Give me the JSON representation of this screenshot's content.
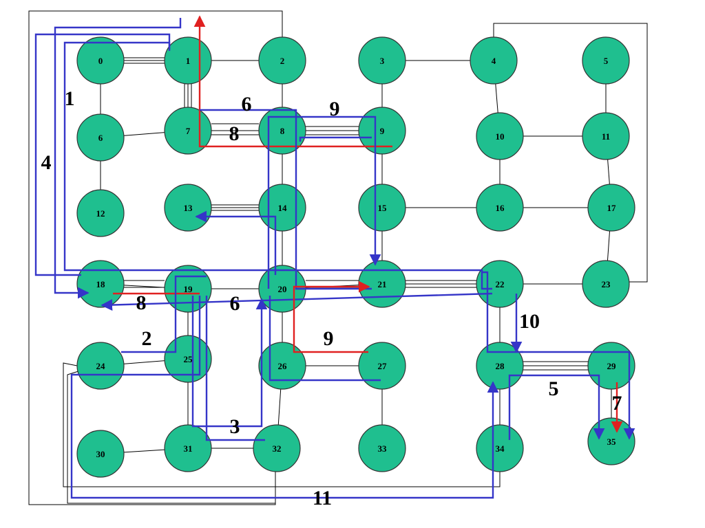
{
  "colors": {
    "node_fill": "#1fbf8f",
    "edge": "#000000",
    "route_blue": "#3535c8",
    "route_red": "#e02020"
  },
  "nodes": [
    {
      "id": "0"
    },
    {
      "id": "1"
    },
    {
      "id": "2"
    },
    {
      "id": "3"
    },
    {
      "id": "4"
    },
    {
      "id": "5"
    },
    {
      "id": "6"
    },
    {
      "id": "7"
    },
    {
      "id": "8"
    },
    {
      "id": "9"
    },
    {
      "id": "10"
    },
    {
      "id": "11"
    },
    {
      "id": "12"
    },
    {
      "id": "13"
    },
    {
      "id": "14"
    },
    {
      "id": "15"
    },
    {
      "id": "16"
    },
    {
      "id": "17"
    },
    {
      "id": "18"
    },
    {
      "id": "19"
    },
    {
      "id": "20"
    },
    {
      "id": "21"
    },
    {
      "id": "22"
    },
    {
      "id": "23"
    },
    {
      "id": "24"
    },
    {
      "id": "25"
    },
    {
      "id": "26"
    },
    {
      "id": "27"
    },
    {
      "id": "28"
    },
    {
      "id": "29"
    },
    {
      "id": "30"
    },
    {
      "id": "31"
    },
    {
      "id": "32"
    },
    {
      "id": "33"
    },
    {
      "id": "34"
    },
    {
      "id": "35"
    }
  ],
  "edges": [
    [
      "0",
      "1"
    ],
    [
      "1",
      "2"
    ],
    [
      "3",
      "4"
    ],
    [
      "0",
      "6"
    ],
    [
      "1",
      "7"
    ],
    [
      "2",
      "8"
    ],
    [
      "3",
      "9"
    ],
    [
      "4",
      "10"
    ],
    [
      "5",
      "11"
    ],
    [
      "6",
      "7"
    ],
    [
      "7",
      "8"
    ],
    [
      "8",
      "9"
    ],
    [
      "10",
      "11"
    ],
    [
      "6",
      "12"
    ],
    [
      "8",
      "14"
    ],
    [
      "9",
      "15"
    ],
    [
      "10",
      "16"
    ],
    [
      "11",
      "17"
    ],
    [
      "13",
      "14"
    ],
    [
      "15",
      "16"
    ],
    [
      "16",
      "17"
    ],
    [
      "14",
      "20"
    ],
    [
      "15",
      "21"
    ],
    [
      "17",
      "23"
    ],
    [
      "18",
      "19"
    ],
    [
      "19",
      "20"
    ],
    [
      "20",
      "21"
    ],
    [
      "21",
      "22"
    ],
    [
      "22",
      "23"
    ],
    [
      "19",
      "25"
    ],
    [
      "20",
      "26"
    ],
    [
      "22",
      "28"
    ],
    [
      "24",
      "25"
    ],
    [
      "28",
      "29"
    ],
    [
      "27",
      "33"
    ],
    [
      "26",
      "32"
    ],
    [
      "25",
      "31"
    ],
    [
      "30",
      "31"
    ],
    [
      "31",
      "32"
    ],
    [
      "28",
      "34"
    ],
    [
      "29",
      "35"
    ],
    [
      "27",
      "26"
    ],
    [
      "2",
      "18"
    ],
    [
      "4",
      "23"
    ],
    [
      "24",
      "34"
    ],
    [
      "32",
      "24"
    ]
  ],
  "path_labels": [
    {
      "text": "1"
    },
    {
      "text": "4"
    },
    {
      "text": "6"
    },
    {
      "text": "8"
    },
    {
      "text": "9"
    },
    {
      "text": "8"
    },
    {
      "text": "6"
    },
    {
      "text": "2"
    },
    {
      "text": "9"
    },
    {
      "text": "10"
    },
    {
      "text": "5"
    },
    {
      "text": "7"
    },
    {
      "text": "3"
    },
    {
      "text": "11"
    }
  ]
}
